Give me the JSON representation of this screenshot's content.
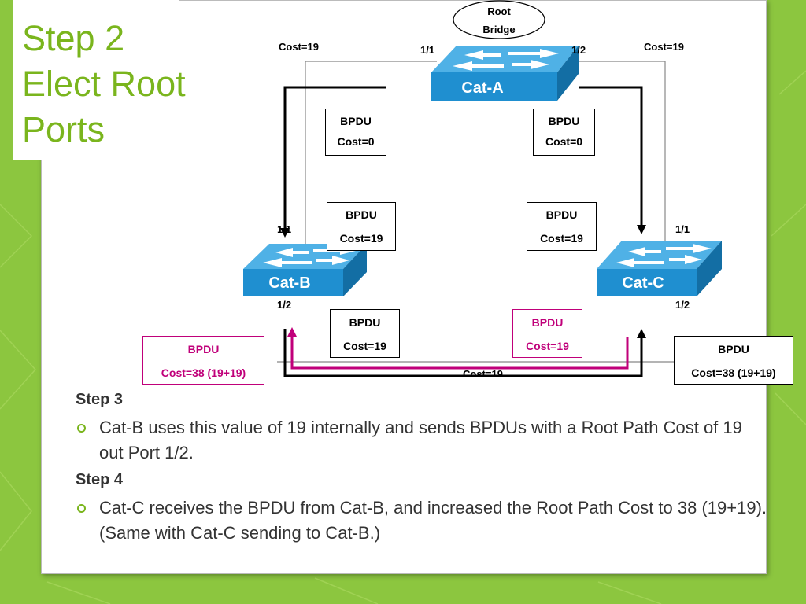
{
  "slide": {
    "title_lines": [
      "Step 2",
      "Elect Root",
      "Ports"
    ]
  },
  "diagram": {
    "root_label_lines": [
      "Root",
      "Bridge"
    ],
    "switches": {
      "cat_a": {
        "name": "Cat-A",
        "port_left": "1/1",
        "port_right": "1/2"
      },
      "cat_b": {
        "name": "Cat-B",
        "port_top": "1/1",
        "port_bottom": "1/2"
      },
      "cat_c": {
        "name": "Cat-C",
        "port_top": "1/1",
        "port_bottom": "1/2"
      }
    },
    "link_costs": {
      "left": "Cost=19",
      "right": "Cost=19",
      "bottom": "Cost=19"
    },
    "bpdu_boxes": [
      {
        "title": "BPDU",
        "cost": "Cost=0",
        "style": "black"
      },
      {
        "title": "BPDU",
        "cost": "Cost=0",
        "style": "black"
      },
      {
        "title": "BPDU",
        "cost": "Cost=19",
        "style": "black"
      },
      {
        "title": "BPDU",
        "cost": "Cost=19",
        "style": "black"
      },
      {
        "title": "BPDU",
        "cost": "Cost=19",
        "style": "black"
      },
      {
        "title": "BPDU",
        "cost": "Cost=19",
        "style": "pink"
      },
      {
        "title": "BPDU",
        "cost": "Cost=38 (19+19)",
        "style": "pink"
      },
      {
        "title": "BPDU",
        "cost": "Cost=38 (19+19)",
        "style": "black"
      }
    ],
    "colors": {
      "switch_blue": "#1f8fd0",
      "arrow_black": "#000000",
      "arrow_pink": "#c0007a",
      "link_gray": "#888888"
    }
  },
  "steps": [
    {
      "heading": "Step 3",
      "text": "Cat-B uses this value of 19 internally and sends BPDUs with a Root Path Cost of 19 out Port 1/2."
    },
    {
      "heading": "Step 4",
      "text": "Cat-C receives the BPDU from Cat-B, and increased the Root Path Cost to 38 (19+19).  (Same with Cat-C sending to Cat-B.)"
    }
  ],
  "theme": {
    "background": "#8cc63f",
    "accent": "#7ab51d"
  }
}
